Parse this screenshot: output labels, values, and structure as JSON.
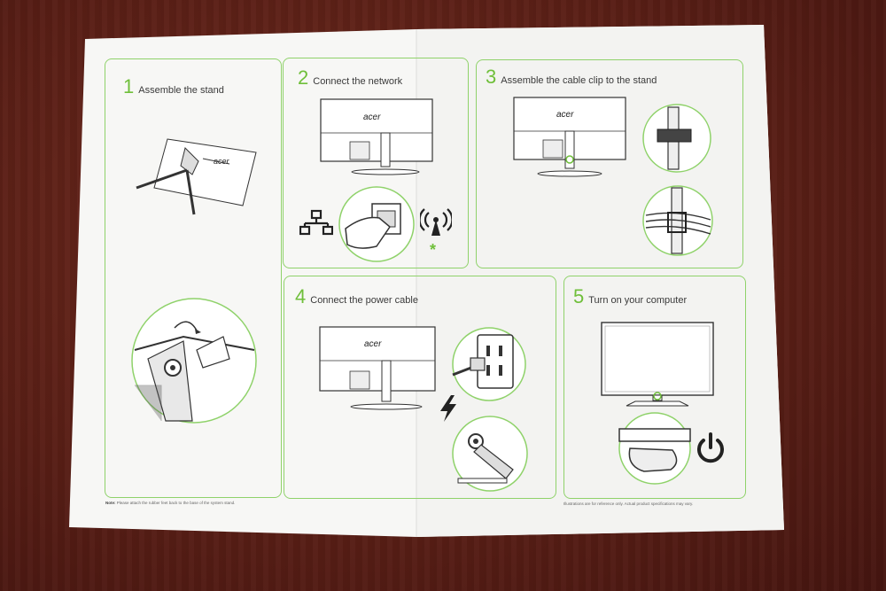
{
  "steps": [
    {
      "number": "1",
      "title": "Assemble the stand"
    },
    {
      "number": "2",
      "title": "Connect the network"
    },
    {
      "number": "3",
      "title": "Assemble the cable clip to the stand"
    },
    {
      "number": "4",
      "title": "Connect the power cable"
    },
    {
      "number": "5",
      "title": "Turn on your computer"
    }
  ],
  "brand": "acer",
  "wifi_note_symbol": "*",
  "footer": {
    "note_label": "Note:",
    "note_text": "Please attach the rubber feet back to the base of the system stand.",
    "disclaimer": "Illustrations are for reference only. Actual product specifications may vary."
  },
  "icons": [
    "ethernet-icon",
    "wifi-icon",
    "power-plug-icon",
    "power-button-icon"
  ],
  "colors": {
    "accent": "#6fbf3a",
    "border": "#8fd26a",
    "table": "#5a1f16",
    "paper": "#f7f7f5"
  }
}
